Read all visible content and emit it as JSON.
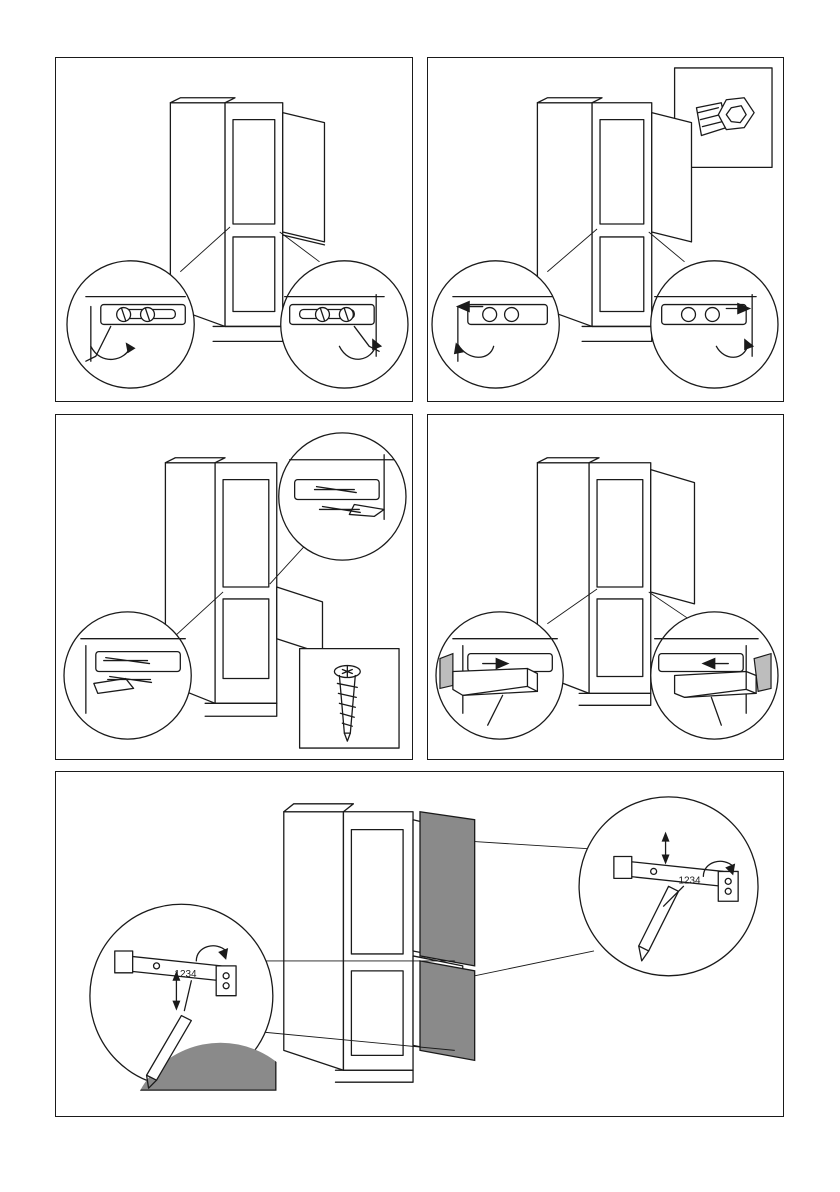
{
  "document": {
    "type": "installation-illustration-sheet",
    "panels": [
      {
        "id": "panel-1",
        "content": "loosen-hinge-screws"
      },
      {
        "id": "panel-2",
        "content": "move-hinge-bracket-with-hex-screw"
      },
      {
        "id": "panel-3",
        "content": "fix-bracket-with-wood-screws"
      },
      {
        "id": "panel-4",
        "content": "insert-spacer-blocks"
      },
      {
        "id": "panel-5",
        "content": "mark-furniture-door-position"
      }
    ],
    "marking_text": "1234"
  },
  "colors": {
    "line": "#1a1a1a",
    "panel_fill": "#8a8a8a",
    "background": "#ffffff"
  }
}
